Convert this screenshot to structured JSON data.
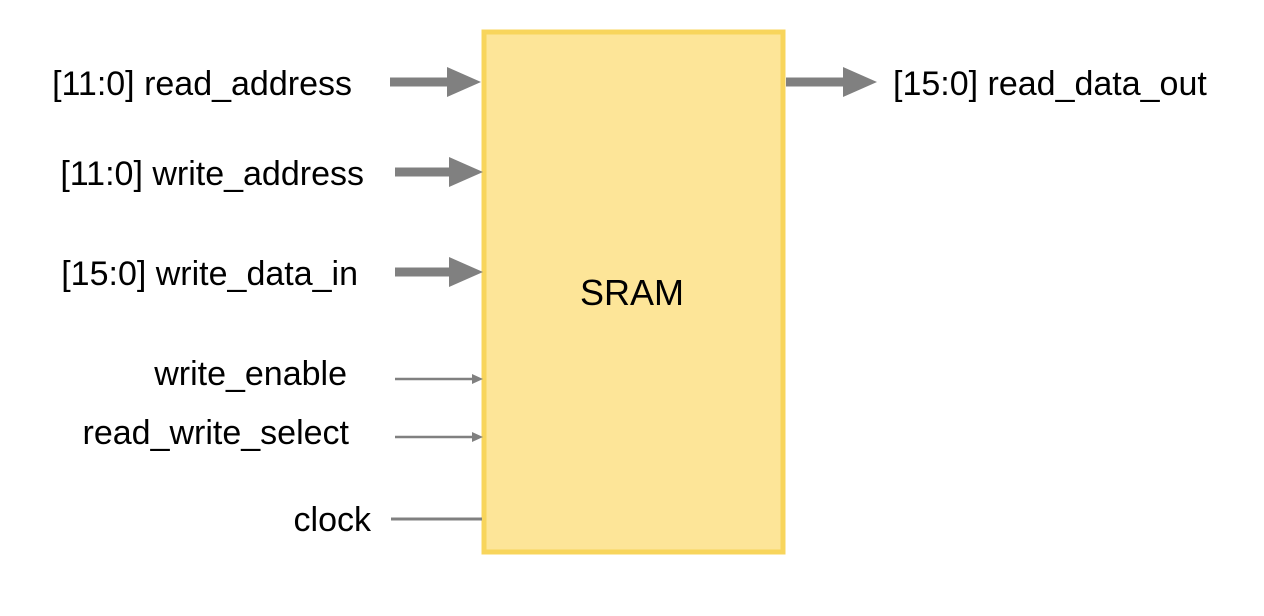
{
  "block": {
    "label": "SRAM",
    "fill_color": "#FDE598",
    "border_color": "#F8D55C"
  },
  "arrow_color": "#808080",
  "signals": {
    "read_address": "[11:0] read_address",
    "write_address": "[11:0] write_address",
    "write_data_in": "[15:0] write_data_in",
    "write_enable": "write_enable",
    "read_write_select": "read_write_select",
    "clock": "clock",
    "read_data_out": "[15:0] read_data_out"
  }
}
